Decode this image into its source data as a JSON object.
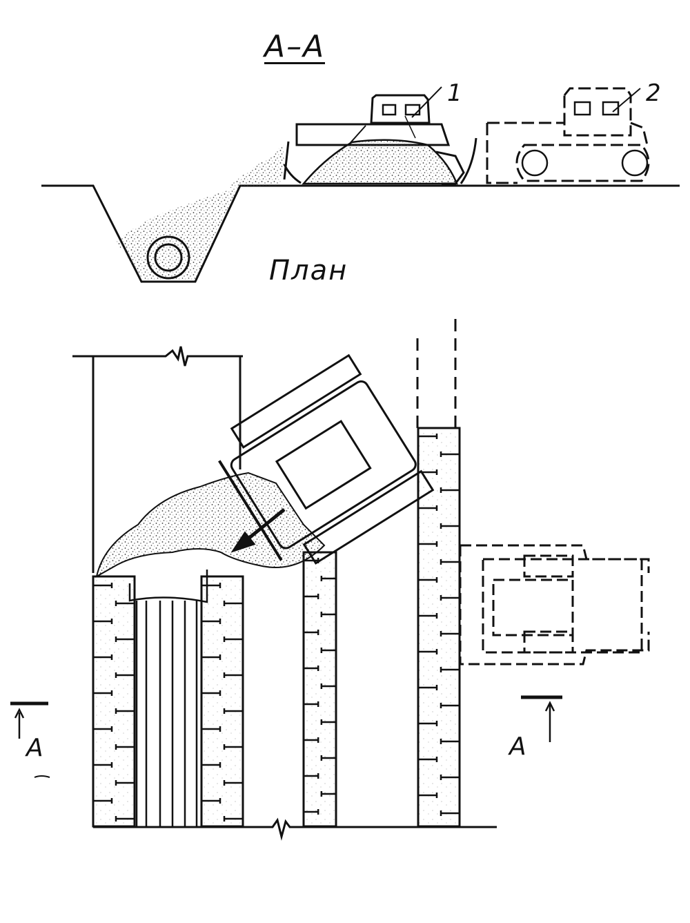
{
  "labels": {
    "section": "А–А",
    "plan": "План",
    "callout_1": "1",
    "callout_2": "2",
    "cut_left": "А",
    "cut_right": "А"
  },
  "components": {
    "machine_1": "bulldozer pushing backfill soil into trench",
    "machine_2": "tractor (dashed outline)",
    "trench": "trench with pipe",
    "backfill": "soil backfill",
    "hatching": "brick-pattern hatching of trench walls"
  },
  "colors": {
    "line": "#111111",
    "soil": "#555555",
    "paper": "#ffffff"
  }
}
